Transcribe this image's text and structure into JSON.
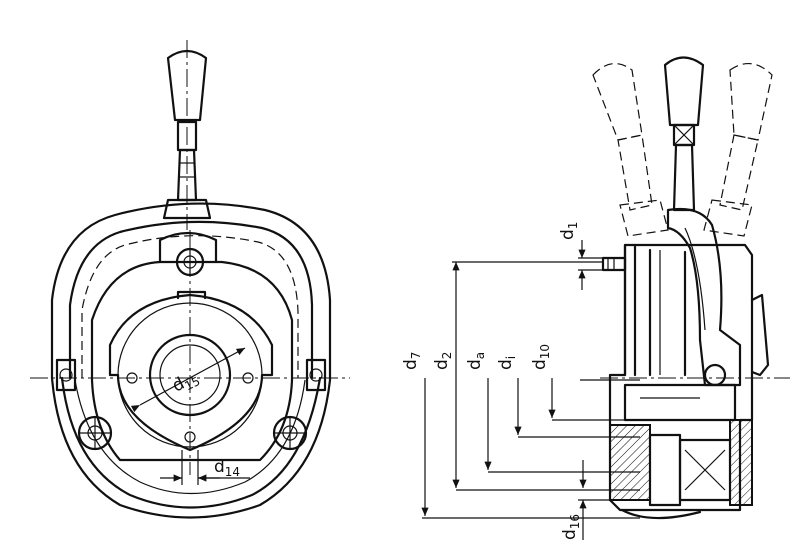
{
  "labels": {
    "d1": {
      "main": "d",
      "sub": "1"
    },
    "d2": {
      "main": "d",
      "sub": "2"
    },
    "d7": {
      "main": "d",
      "sub": "7"
    },
    "da": {
      "main": "d",
      "sub": "a"
    },
    "di": {
      "main": "d",
      "sub": "i"
    },
    "d10": {
      "main": "d",
      "sub": "10"
    },
    "d14": {
      "main": "d",
      "sub": "14"
    },
    "d15": {
      "main": "d",
      "sub": "15"
    },
    "d16": {
      "main": "d",
      "sub": "16"
    }
  }
}
